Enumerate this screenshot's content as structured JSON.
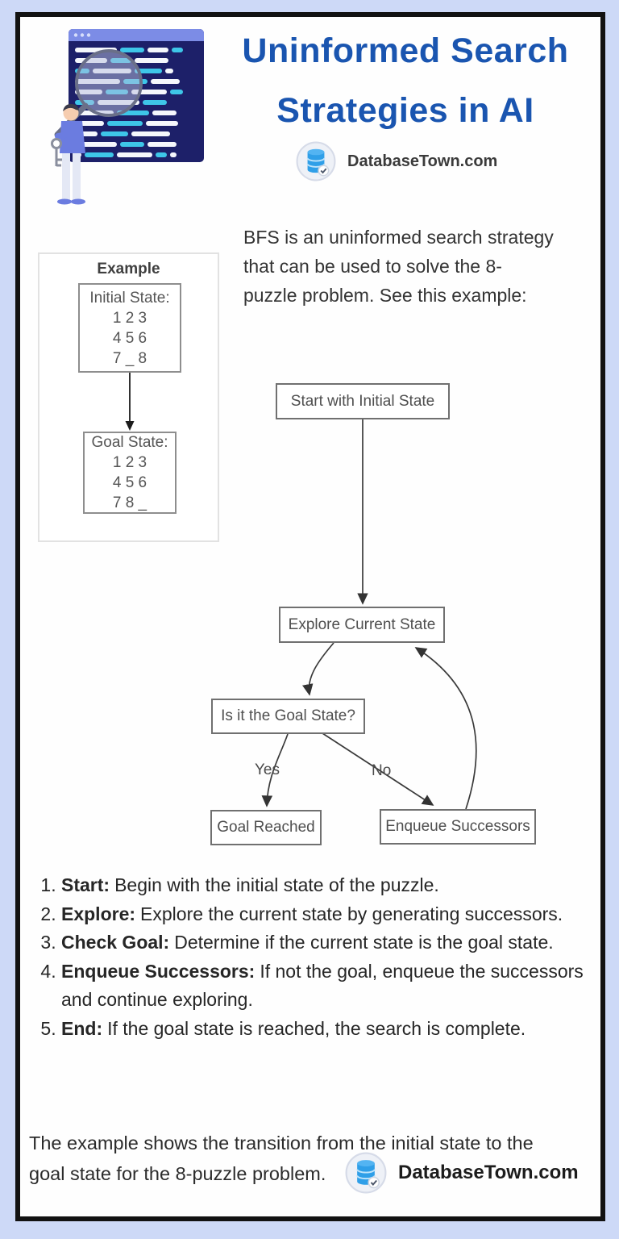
{
  "colors": {
    "outer_bg": "#cdd9f7",
    "panel_border": "#121212",
    "title_blue": "#1a55b0",
    "accent_cyan": "#3ec6e8",
    "window_navy": "#1d2069",
    "titlebar_periwinkle": "#7c8ce6",
    "flow_border_gray": "#707070"
  },
  "header": {
    "title_line1": "Uninformed Search",
    "title_line2": "Strategies in AI",
    "brand": "DatabaseTown.com"
  },
  "intro": {
    "lines": [
      "BFS is an uninformed search strategy",
      "that can be used to solve the 8-",
      "puzzle problem. See this example:"
    ]
  },
  "example": {
    "title": "Example",
    "initial_label": "Initial State:",
    "initial_rows": [
      "1 2 3",
      "4 5 6",
      "7 _ 8"
    ],
    "goal_label": "Goal State:",
    "goal_rows": [
      "1 2 3",
      "4 5 6",
      "7 8 _"
    ]
  },
  "flowchart": {
    "nodes": {
      "start": "Start with Initial State",
      "explore": "Explore Current State",
      "check": "Is it the Goal State?",
      "reached": "Goal Reached",
      "enqueue": "Enqueue Successors"
    },
    "labels": {
      "yes": "Yes",
      "no": "No"
    }
  },
  "steps": [
    {
      "lead": "Start:",
      "text": "Begin with the initial state of the puzzle."
    },
    {
      "lead": "Explore:",
      "text": "Explore the current state by generating successors."
    },
    {
      "lead": "Check Goal:",
      "text": "Determine if the current state is the goal state."
    },
    {
      "lead": "Enqueue Successors:",
      "text": "If not the goal, enqueue the successors and continue exploring."
    },
    {
      "lead": "End:",
      "text": "If the goal state is reached, the search is complete."
    }
  ],
  "footer": {
    "lines": [
      "The example shows the transition from the initial state to the",
      "goal state for the 8-puzzle problem."
    ],
    "brand": "DatabaseTown.com"
  }
}
